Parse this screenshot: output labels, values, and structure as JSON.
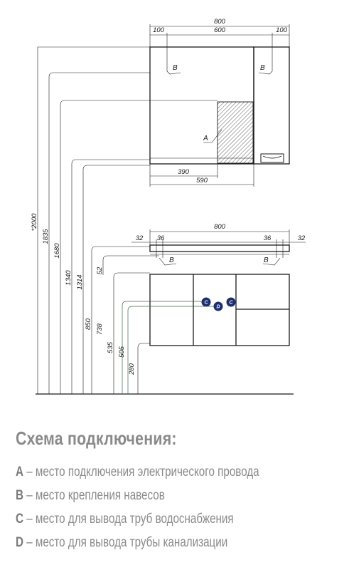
{
  "diagram": {
    "mirror": {
      "dims": {
        "total_width": "800",
        "left": "100",
        "center": "600",
        "right": "100",
        "shelf_width": "390",
        "body_width": "590"
      },
      "labels": {
        "b_left": "B",
        "b_right": "B",
        "a": "A"
      }
    },
    "vanity": {
      "dims": {
        "total_width": "800",
        "left_outer": "32",
        "left_inner": "36",
        "right_inner": "36",
        "right_outer": "32"
      },
      "labels": {
        "b_left": "B",
        "b_right": "B"
      },
      "markers": {
        "c_left": "C",
        "d": "D",
        "c_right": "C"
      }
    },
    "heights": [
      "*2000",
      "1835",
      "1680",
      "1340",
      "1314",
      "52",
      "850",
      "738",
      "535",
      "505",
      "280"
    ]
  },
  "title": "Схема подключения:",
  "legend": [
    {
      "key": "A",
      "text": "– место подключения электрического провода"
    },
    {
      "key": "B",
      "text": "– место крепления навесов"
    },
    {
      "key": "C",
      "text": "– место для вывода труб водоснабжения"
    },
    {
      "key": "D",
      "text": "– место для вывода трубы канализации"
    }
  ],
  "colors": {
    "line": "#1a1a1a",
    "text_gray": "#8a8a8a",
    "marker": "#1f2f6e",
    "leader": "#3c6b4a"
  }
}
